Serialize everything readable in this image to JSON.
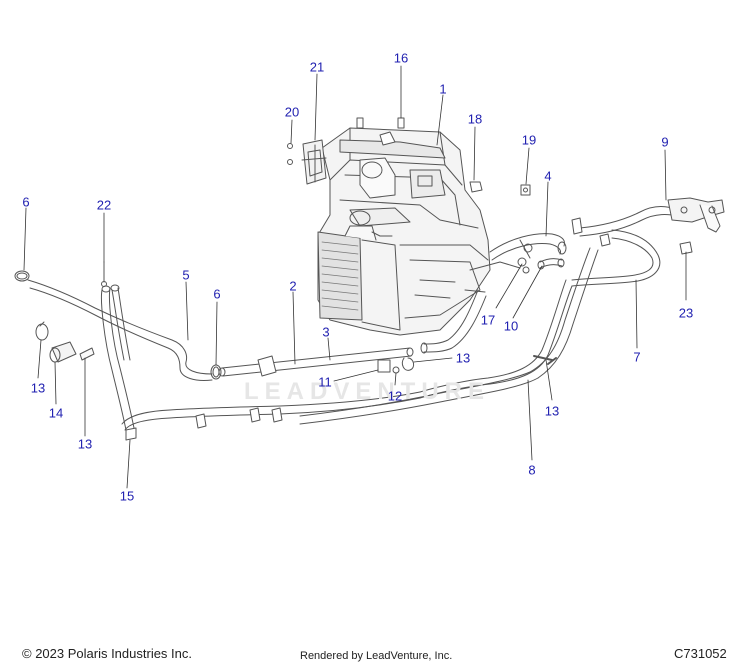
{
  "watermark": "LEADVENTURE",
  "callouts": [
    {
      "id": "c1",
      "label": "1"
    },
    {
      "id": "c2",
      "label": "2"
    },
    {
      "id": "c3",
      "label": "3"
    },
    {
      "id": "c4",
      "label": "4"
    },
    {
      "id": "c5",
      "label": "5"
    },
    {
      "id": "c6a",
      "label": "6"
    },
    {
      "id": "c6b",
      "label": "6"
    },
    {
      "id": "c7",
      "label": "7"
    },
    {
      "id": "c8",
      "label": "8"
    },
    {
      "id": "c9",
      "label": "9"
    },
    {
      "id": "c10",
      "label": "10"
    },
    {
      "id": "c11",
      "label": "11"
    },
    {
      "id": "c12",
      "label": "12"
    },
    {
      "id": "c13a",
      "label": "13"
    },
    {
      "id": "c13b",
      "label": "13"
    },
    {
      "id": "c13c",
      "label": "13"
    },
    {
      "id": "c13d",
      "label": "13"
    },
    {
      "id": "c14",
      "label": "14"
    },
    {
      "id": "c15",
      "label": "15"
    },
    {
      "id": "c16",
      "label": "16"
    },
    {
      "id": "c17",
      "label": "17"
    },
    {
      "id": "c18",
      "label": "18"
    },
    {
      "id": "c19",
      "label": "19"
    },
    {
      "id": "c20",
      "label": "20"
    },
    {
      "id": "c21",
      "label": "21"
    },
    {
      "id": "c22",
      "label": "22"
    },
    {
      "id": "c23",
      "label": "23"
    }
  ],
  "footer": {
    "copyright": "© 2023 Polaris Industries Inc.",
    "rendered_by": "Rendered by LeadVenture, Inc.",
    "part_code": "C731052"
  }
}
